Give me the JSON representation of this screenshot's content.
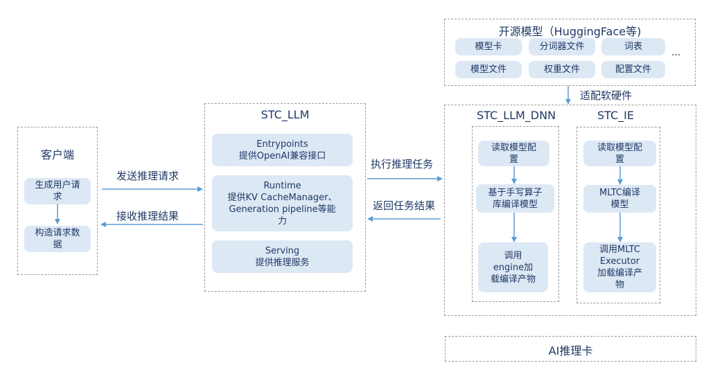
{
  "client": {
    "title": "客户端",
    "steps": [
      {
        "label": "生成用户请求"
      },
      {
        "label": "构造请求数据"
      }
    ]
  },
  "arrows_client_llm": {
    "send": "发送推理请求",
    "receive": "接收推理结果"
  },
  "stc_llm": {
    "title": "STC_LLM",
    "modules": [
      {
        "line1": "Entrypoints",
        "line2": "提供OpenAI兼容接口"
      },
      {
        "line1": "Runtime",
        "line2": "提供KV CacheManager、",
        "line3": "Generation pipeline等能",
        "line4": "力"
      },
      {
        "line1": "Serving",
        "line2": "提供推理服务"
      }
    ]
  },
  "arrows_llm_backend": {
    "execute": "执行推理任务",
    "return": "返回任务结果"
  },
  "open_models": {
    "title": "开源模型（HuggingFace等)",
    "items": [
      "模型卡",
      "分词器文件",
      "词表",
      "模型文件",
      "权重文件",
      "配置文件"
    ],
    "ellipsis": "..."
  },
  "adapt_label": "适配软硬件",
  "stc_llm_dnn": {
    "title": "STC_LLM_DNN",
    "steps": [
      {
        "l1": "读取模型配",
        "l2": "置"
      },
      {
        "l1": "基于手写算子",
        "l2": "库编译模型"
      },
      {
        "l1": "调用",
        "l2": "engine加",
        "l3": "载编译产物"
      }
    ]
  },
  "stc_ie": {
    "title": "STC_IE",
    "steps": [
      {
        "l1": "读取模型配",
        "l2": "置"
      },
      {
        "l1": "MLTC编译",
        "l2": "模型"
      },
      {
        "l1": "调用MLTC",
        "l2": "Executor",
        "l3": "加载编译产",
        "l4": "物"
      }
    ]
  },
  "ai_card": {
    "label": "AI推理卡"
  },
  "colors": {
    "node_fill": "#dde8f5",
    "arrow": "#5b9bd5",
    "text": "#1f3864",
    "dash": "#9a9a9a"
  }
}
